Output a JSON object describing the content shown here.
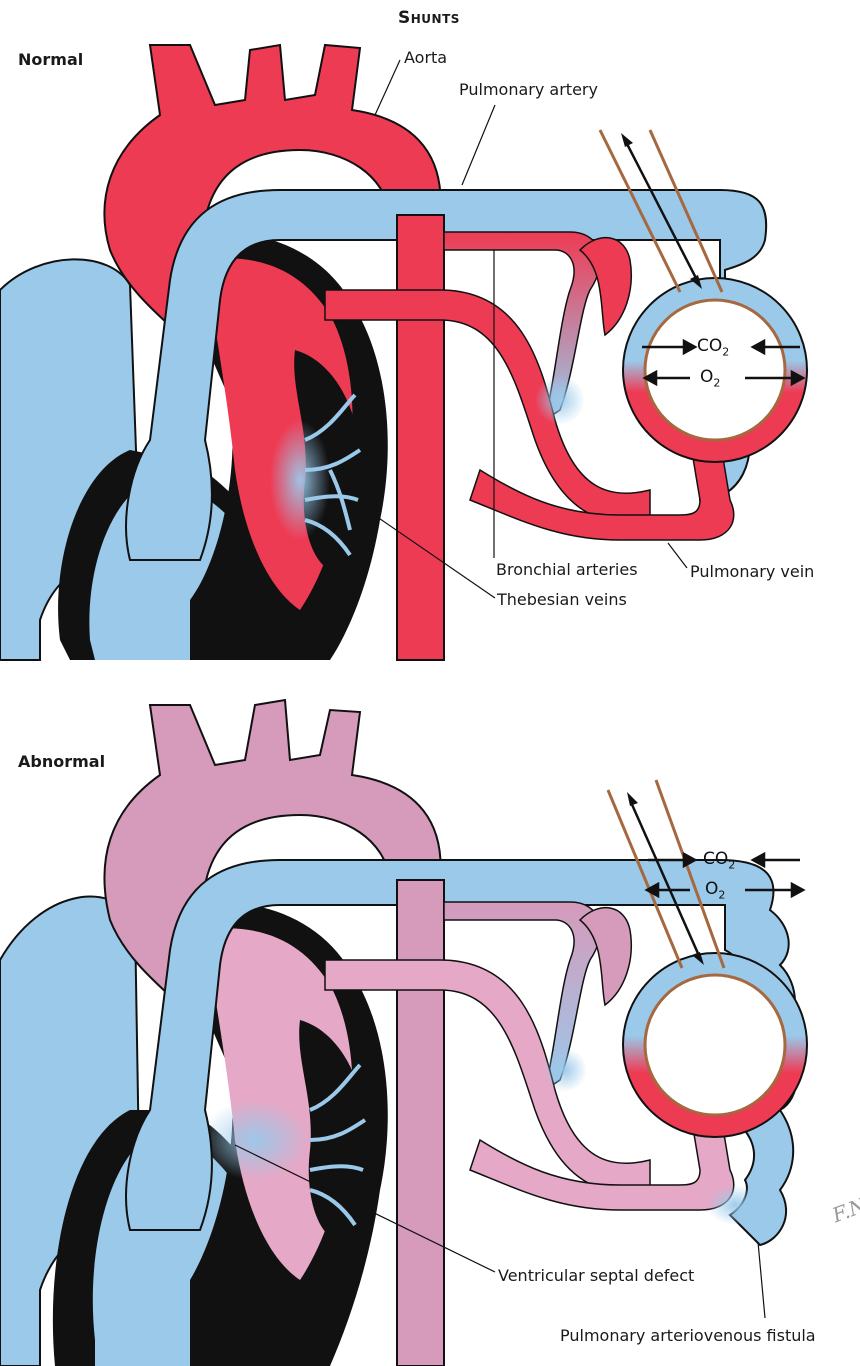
{
  "title": "Shunts",
  "panels": [
    {
      "heading": "Normal",
      "labels": {
        "aorta": "Aorta",
        "pulmonary_artery": "Pulmonary artery",
        "bronchial_arteries": "Bronchial arteries",
        "pulmonary_vein": "Pulmonary vein",
        "thebesian_veins": "Thebesian veins"
      },
      "gas": {
        "co2": "CO",
        "o2": "O",
        "subscript": "2"
      }
    },
    {
      "heading": "Abnormal",
      "labels": {
        "ventricular_septal_defect": "Ventricular septal defect",
        "pulmonary_av_fistula": "Pulmonary arteriovenous fistula"
      },
      "gas": {
        "co2": "CO",
        "o2": "O",
        "subscript": "2"
      }
    }
  ],
  "signature": "F.N.",
  "colors": {
    "oxygenated": "#ee3b54",
    "deoxygenated": "#9ac9ea",
    "mixed": "#d69abb",
    "mixed_light": "#e5a8c6",
    "wall": "#111111",
    "airway": "#a5683f"
  }
}
